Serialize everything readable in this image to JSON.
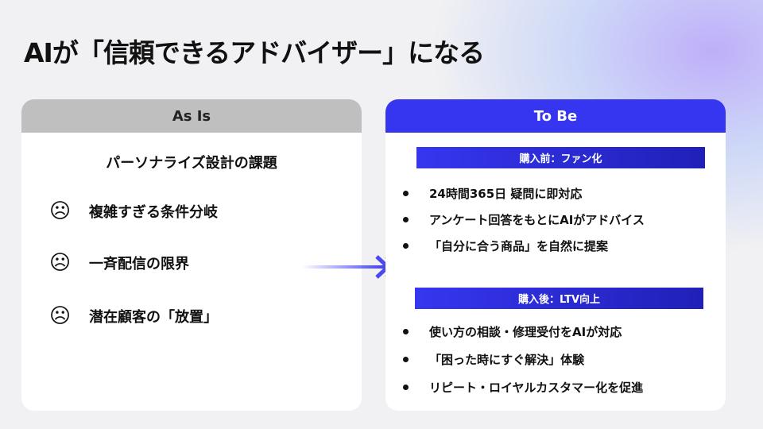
{
  "title": "AIが「信頼できるアドバイザー」になる",
  "as_is": {
    "header": "As Is",
    "subtitle": "パーソナライズ設計の課題",
    "items": [
      {
        "icon": "frown-icon",
        "text": "複雑すぎる条件分岐"
      },
      {
        "icon": "frown-icon",
        "text": "一斉配信の限界"
      },
      {
        "icon": "frown-icon",
        "text": "潜在顧客の「放置」"
      }
    ]
  },
  "to_be": {
    "header": "To Be",
    "sections": [
      {
        "banner": "購入前：ファン化",
        "items": [
          "24時間365日 疑問に即対応",
          "アンケート回答をもとにAIがアドバイス",
          "「自分に合う商品」を自然に提案"
        ]
      },
      {
        "banner": "購入後：LTV向上",
        "items": [
          "使い方の相談・修理受付をAIが対応",
          "「困った時にすぐ解決」体験",
          "リピート・ロイヤルカスタマー化を促進"
        ]
      }
    ]
  },
  "colors": {
    "accent": "#3636f0",
    "as_is_header": "#bfbfbf"
  }
}
